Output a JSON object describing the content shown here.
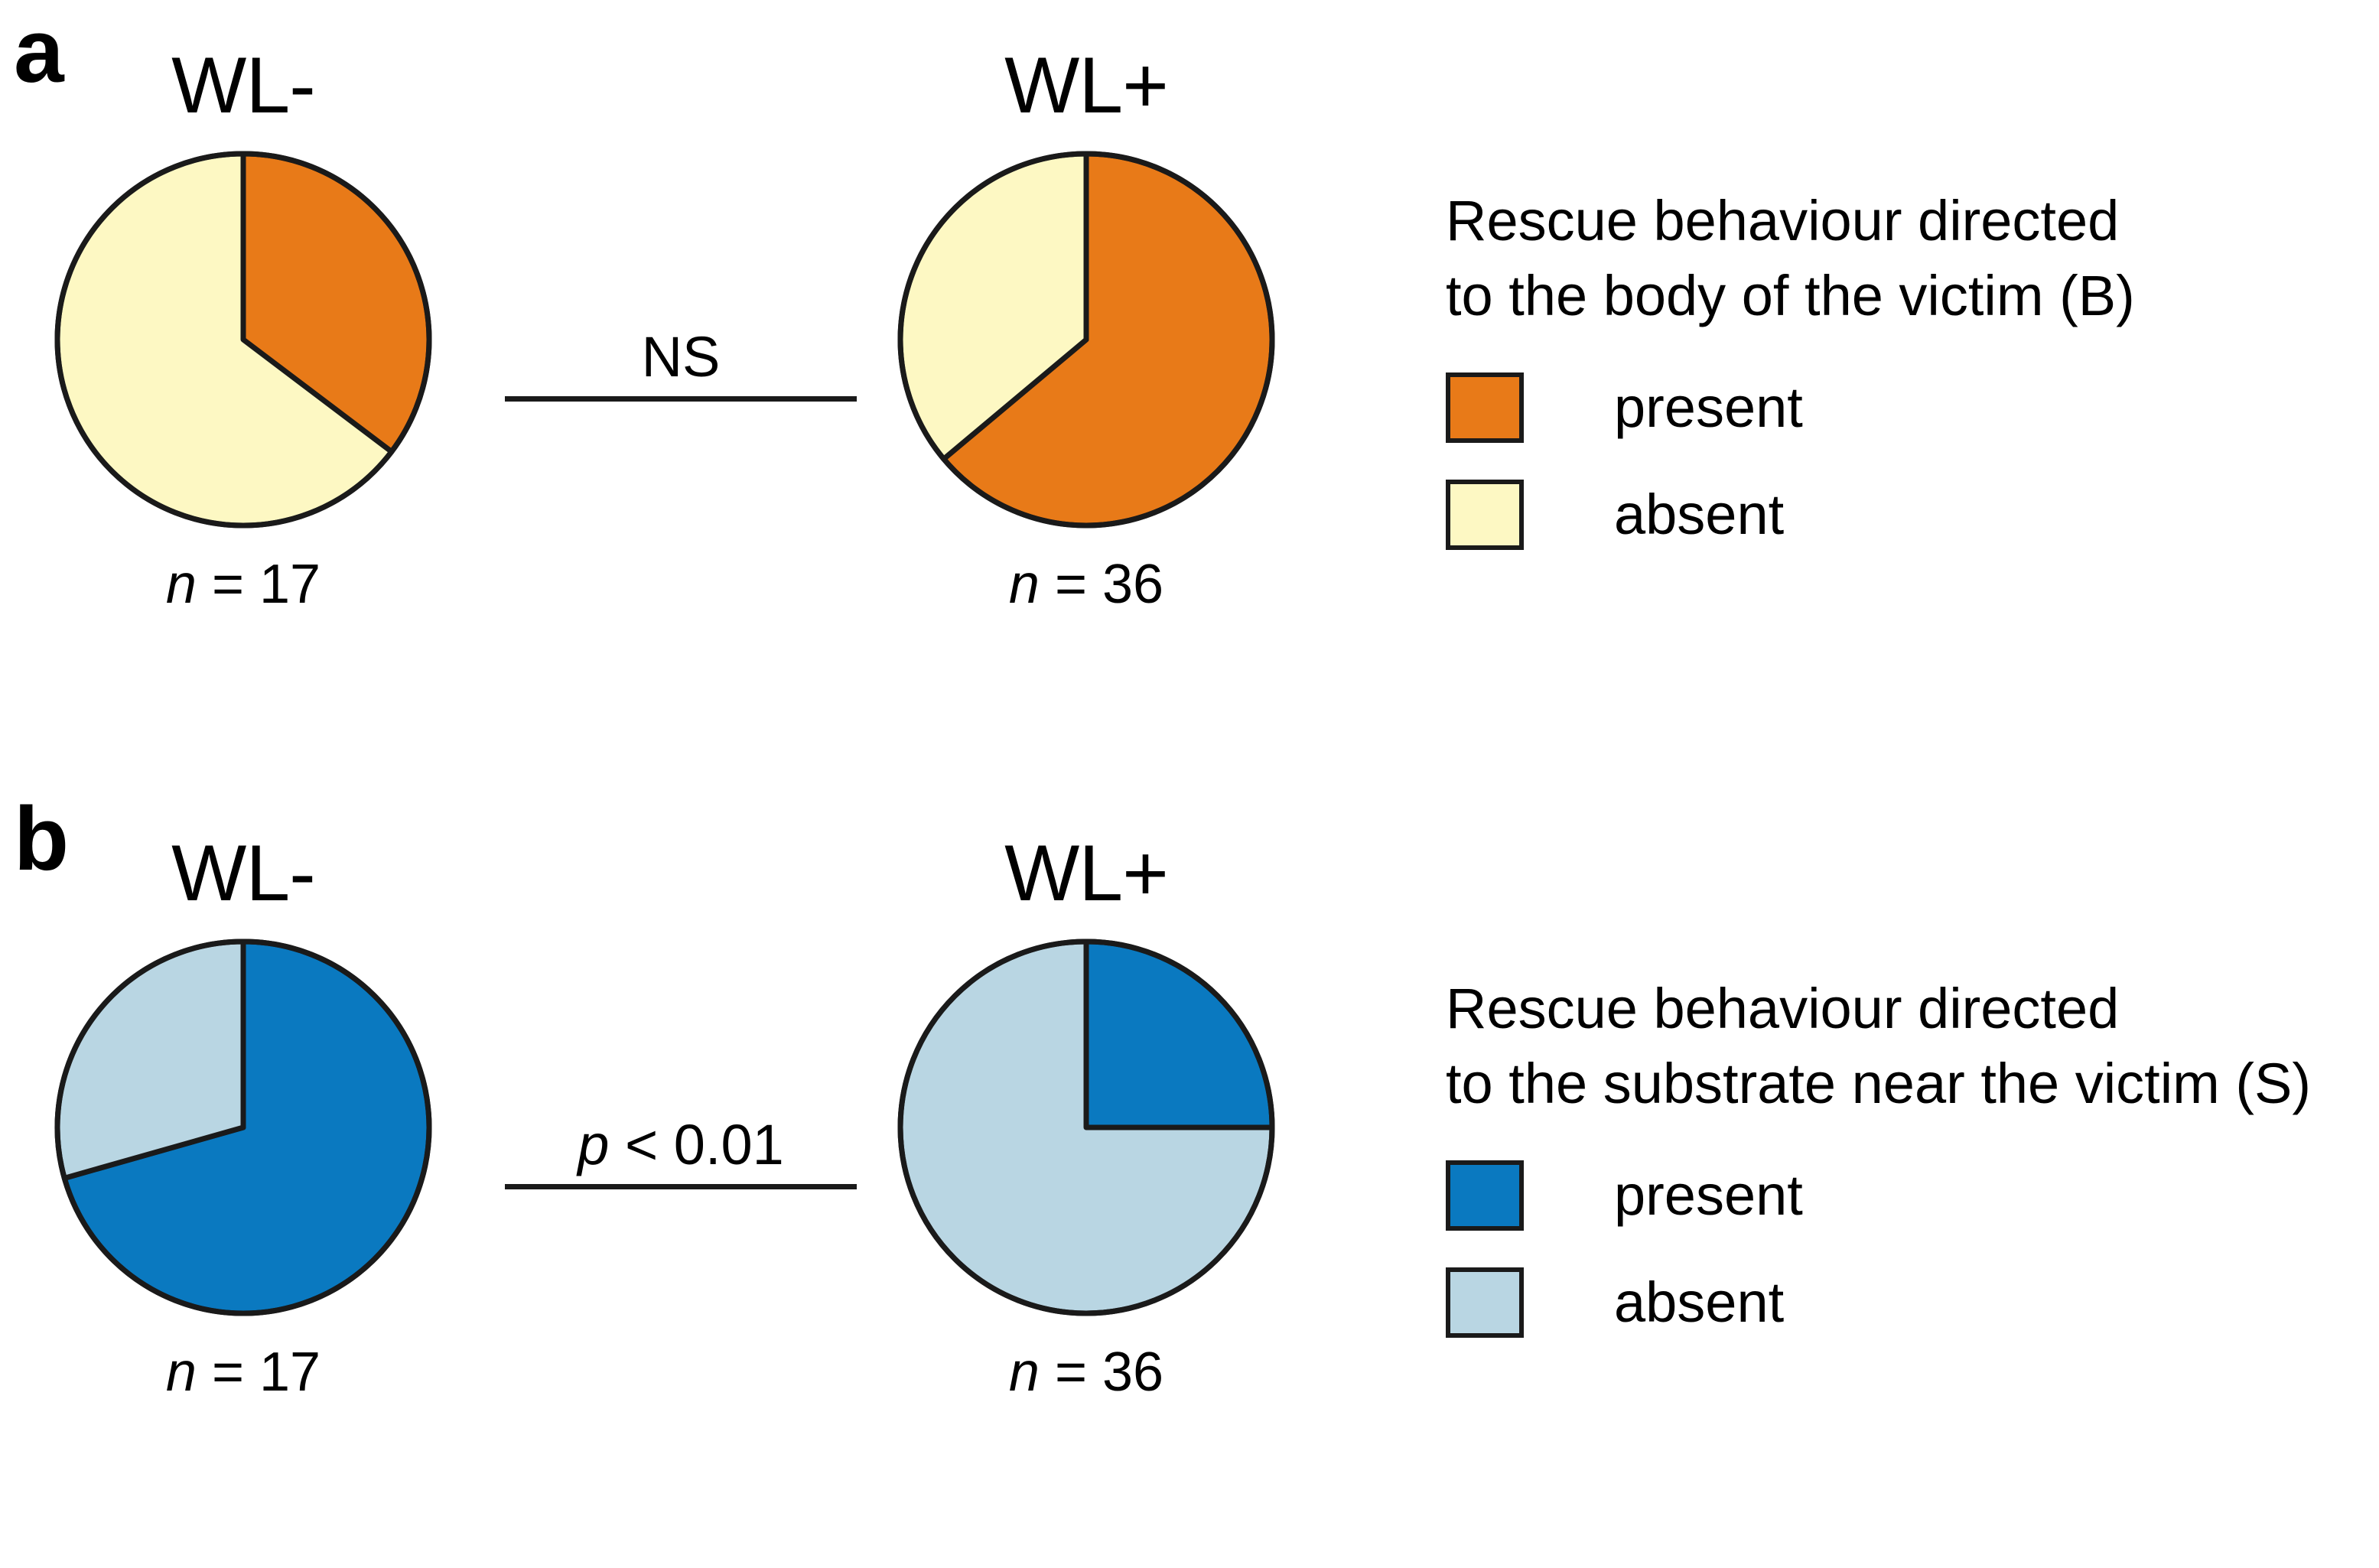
{
  "figure": {
    "background": "#ffffff",
    "outline_color": "#1a1a1a"
  },
  "panels": [
    {
      "letter": "a",
      "groups": [
        {
          "title": "WL-",
          "n_prefix": "n",
          "n_equals": " = ",
          "n_value": "17"
        },
        {
          "title": "WL+",
          "n_prefix": "n",
          "n_equals": " = ",
          "n_value": "36"
        }
      ],
      "comparison": {
        "label": "NS",
        "italic_prefix": "",
        "rest": "NS"
      },
      "legend": {
        "title": "Rescue behaviour directed\nto the body of the victim (B)",
        "items": [
          {
            "label": "present",
            "color": "#E87A18"
          },
          {
            "label": "absent",
            "color": "#FDF8C3"
          }
        ]
      }
    },
    {
      "letter": "b",
      "groups": [
        {
          "title": "WL-",
          "n_prefix": "n",
          "n_equals": " = ",
          "n_value": "17"
        },
        {
          "title": "WL+",
          "n_prefix": "n",
          "n_equals": " = ",
          "n_value": "36"
        }
      ],
      "comparison": {
        "label": "p < 0.01",
        "italic_prefix": "p",
        "rest": " < 0.01"
      },
      "legend": {
        "title": "Rescue behaviour directed\nto the substrate near the victim (S)",
        "items": [
          {
            "label": "present",
            "color": "#0A79C0"
          },
          {
            "label": "absent",
            "color": "#B9D6E3"
          }
        ]
      }
    }
  ],
  "chart_data": [
    {
      "type": "pie",
      "title": "Rescue behaviour directed to the body of the victim (B)",
      "panel": "a",
      "group": "WL-",
      "n": 17,
      "labels": [
        "present",
        "absent"
      ],
      "values": [
        35.3,
        64.7
      ],
      "counts": [
        6,
        11
      ],
      "colors": [
        "#E87A18",
        "#FDF8C3"
      ],
      "start_angle_deg": 0,
      "direction": "clockwise",
      "legend_position": "right"
    },
    {
      "type": "pie",
      "title": "Rescue behaviour directed to the body of the victim (B)",
      "panel": "a",
      "group": "WL+",
      "n": 36,
      "labels": [
        "present",
        "absent"
      ],
      "values": [
        63.9,
        36.1
      ],
      "counts": [
        23,
        13
      ],
      "colors": [
        "#E87A18",
        "#FDF8C3"
      ],
      "start_angle_deg": 0,
      "direction": "clockwise",
      "legend_position": "right"
    },
    {
      "type": "pie",
      "title": "Rescue behaviour directed to the substrate near the victim (S)",
      "panel": "b",
      "group": "WL-",
      "n": 17,
      "labels": [
        "present",
        "absent"
      ],
      "values": [
        70.6,
        29.4
      ],
      "counts": [
        12,
        5
      ],
      "colors": [
        "#0A79C0",
        "#B9D6E3"
      ],
      "start_angle_deg": 0,
      "direction": "clockwise",
      "legend_position": "right"
    },
    {
      "type": "pie",
      "title": "Rescue behaviour directed to the substrate near the victim (S)",
      "panel": "b",
      "group": "WL+",
      "n": 36,
      "labels": [
        "present",
        "absent"
      ],
      "values": [
        25.0,
        75.0
      ],
      "counts": [
        9,
        27
      ],
      "colors": [
        "#0A79C0",
        "#B9D6E3"
      ],
      "start_angle_deg": 0,
      "direction": "clockwise",
      "legend_position": "right"
    }
  ]
}
